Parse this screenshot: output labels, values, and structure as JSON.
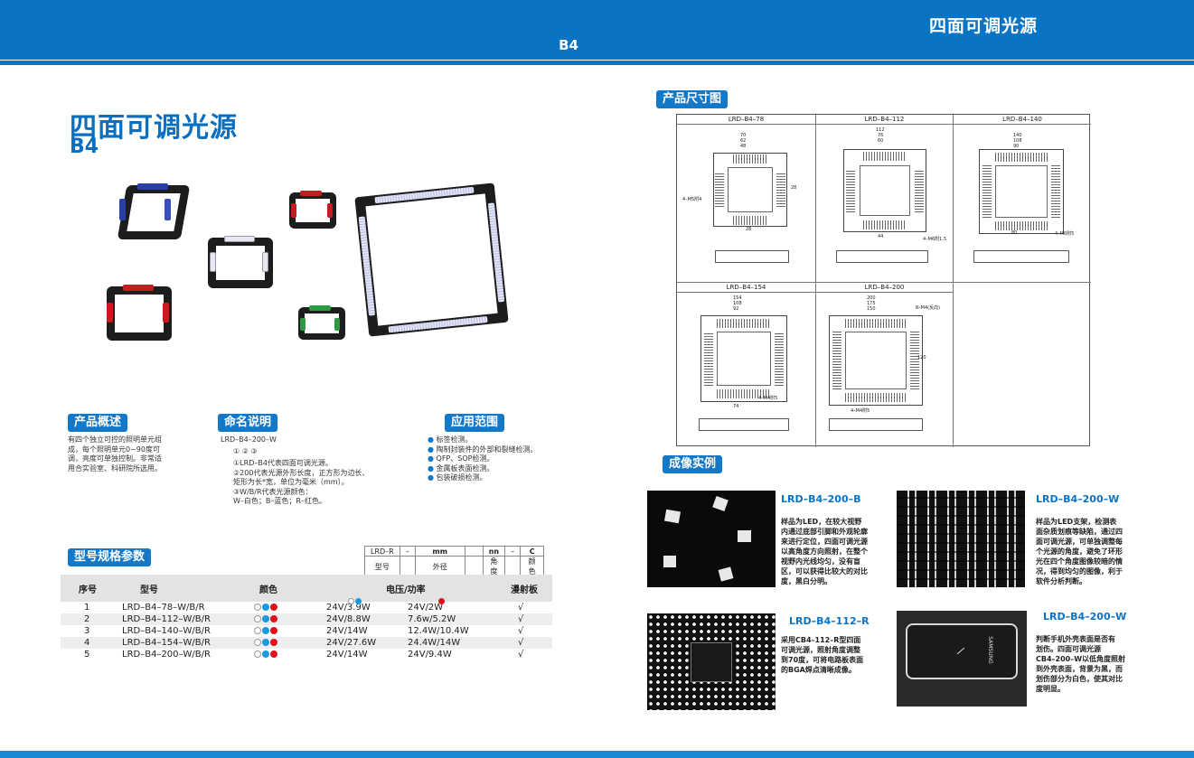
{
  "header": {
    "title": "四面可调光源",
    "subtitle": "B4"
  },
  "left": {
    "title": "四面可调光源",
    "subtitle": "B4",
    "overview": {
      "tag": "产品概述",
      "lines": [
        "有四个独立可控的照明单元组",
        "成，每个照明单元0~90度可",
        "调，亮度可单独控制。非常适",
        "用合实验室、科研院所选用。"
      ]
    },
    "naming": {
      "tag": "命名说明",
      "code": "LRD–B4–200–W",
      "markers": "①     ②   ③",
      "lines": [
        "①LRD–B4代表四面可调光源。",
        "②200代表光源外形长度，正方形为边长、",
        "   矩形为长*宽，单位为毫米（mm）。",
        "③W/B/R代表光源颜色：",
        "W–白色；B–蓝色；R–红色。"
      ]
    },
    "application": {
      "tag": "应用范围",
      "items": [
        "标签检测。",
        "陶制封装件的外部和裂缝检测。",
        "QFP、SOP检测。",
        "金属板表面检测。",
        "包装破损检测。"
      ]
    },
    "spec_tag": "型号规格参数",
    "legend": {
      "row1": [
        "LRD–R",
        "–",
        "mm",
        "",
        "nn",
        "–",
        "C"
      ],
      "row2": [
        "型号",
        "",
        "外径",
        "",
        "角度",
        "",
        "颜色"
      ]
    },
    "spec_table": {
      "headers": [
        "序号",
        "型号",
        "颜色",
        "电压/功率",
        "漫射板"
      ],
      "rows": [
        [
          "1",
          "LRD–B4–78–W/B/R",
          "24V/3.9W",
          "24V/2W",
          "√"
        ],
        [
          "2",
          "LRD–B4–112–W/B/R",
          "24V/8.8W",
          "7.6w/5.2W",
          "√"
        ],
        [
          "3",
          "LRD–B4–140–W/B/R",
          "24V/14W",
          "12.4W/10.4W",
          "√"
        ],
        [
          "4",
          "LRD–B4–154–W/B/R",
          "24V/27.6W",
          "24.4W/14W",
          "√"
        ],
        [
          "5",
          "LRD–B4–200–W/B/R",
          "24V/14W",
          "24V/9.4W",
          "√"
        ]
      ]
    }
  },
  "right": {
    "dim_tag": "产品尺寸图",
    "dim_cells": [
      "LRD–B4–78",
      "LRD–B4–112",
      "LRD–B4–140",
      "LRD–B4–154",
      "LRD–B4–200"
    ],
    "dim_labels": {
      "c1": [
        "70",
        "62",
        "48",
        "4–M5附4",
        "28",
        "28"
      ],
      "c2": [
        "112",
        "76",
        "60",
        "44",
        "4–M6附1.5"
      ],
      "c3": [
        "140",
        "108",
        "90",
        "80",
        "4–M6附5"
      ],
      "c4": [
        "154",
        "108",
        "92",
        "74",
        "4–M4附5"
      ],
      "c5": [
        "200",
        "175",
        "150",
        "120",
        "8–M4(反向)",
        "4–M4附5"
      ]
    },
    "img_tag": "成像实例",
    "examples": [
      {
        "title": "LRD–B4–200–B",
        "lines": [
          "样品为LED，在较大视野",
          "内通过底部引脚和外观轮廓",
          "来进行定位，四面可调光源",
          "以高角度方向照射，在整个",
          "视野内光线均匀，没有盲",
          "区，可以获得比较大的对比",
          "度，黑白分明。"
        ]
      },
      {
        "title": "LRD–B4–200–W",
        "lines": [
          "样品为LED支架，检测表",
          "面杂质划痕等缺陷，通过四",
          "面可调光源，可单独调整每",
          "个光源的角度，避免了环形",
          "光在四个角度图像较暗的情",
          "况，得到均匀的图像，利于",
          "软件分析判断。"
        ]
      },
      {
        "title": "LRD–B4–112–R",
        "lines": [
          "采用CB4–112–R型四面",
          "可调光源，照射角度调整",
          "到70度，可将电路板表面",
          "的BGA焊点清晰成像。"
        ]
      },
      {
        "title": "LRD–B4–200–W",
        "lines": [
          "判断手机外壳表面是否有",
          "划伤。四面可调光源",
          "CB4–200–W以低角度照射",
          "到外壳表面，背景为黑，而",
          "划伤部分为白色，使其对比",
          "度明显。"
        ]
      }
    ],
    "phone_brand": "SAMSUNG"
  }
}
